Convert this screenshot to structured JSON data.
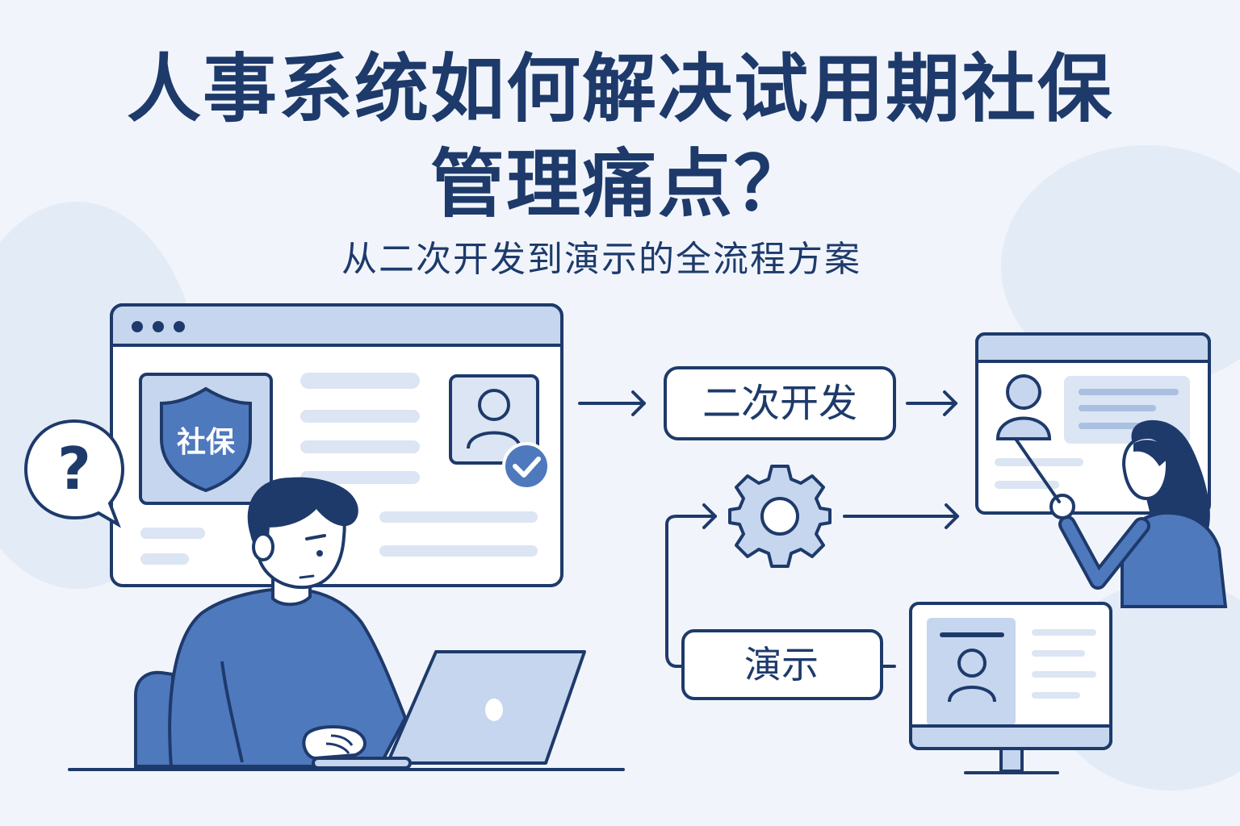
{
  "title": {
    "line1": "人事系统如何解决试用期社保",
    "line2": "管理痛点？"
  },
  "subtitle": "从二次开发到演示的全流程方案",
  "shield_label": "社保",
  "question_mark": "?",
  "flow": {
    "step1_label": "二次开发",
    "step2_label": "演示"
  },
  "icons": [
    "question-icon",
    "shield-icon",
    "user-icon",
    "check-icon",
    "gear-icon",
    "laptop-icon",
    "monitor-icon"
  ],
  "colors": {
    "navy": "#1e3a6b",
    "blue": "#4f79bd",
    "light_blue": "#c5d6ee",
    "background": "#f1f5fb"
  }
}
